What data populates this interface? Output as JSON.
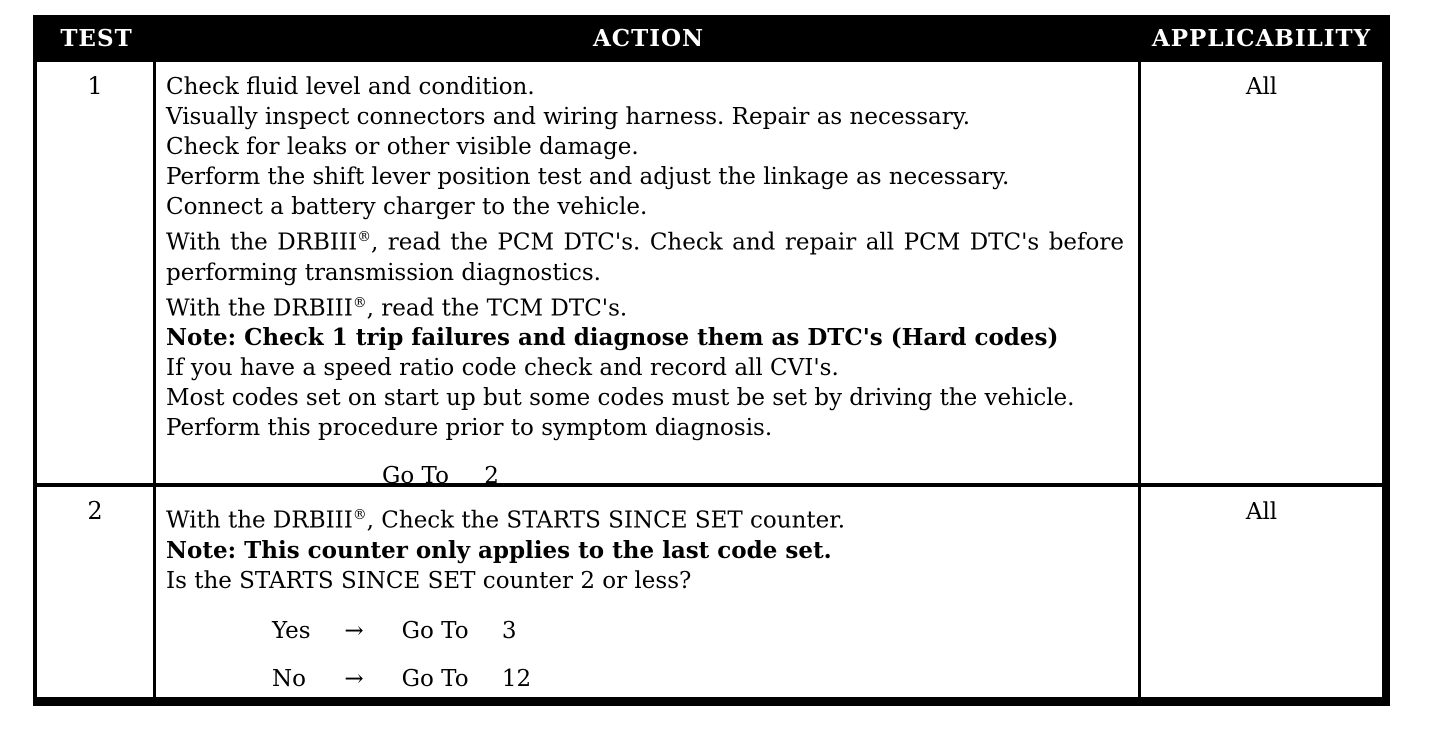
{
  "table": {
    "headers": [
      "TEST",
      "ACTION",
      "APPLICABILITY"
    ],
    "rows": [
      {
        "test": "1",
        "applicability": "All",
        "action_lines": [
          "Check fluid level and condition.",
          "Visually inspect connectors and wiring harness. Repair as necessary.",
          "Check for leaks or other visible damage.",
          "Perform the shift lever position test and adjust the linkage as necessary.",
          "Connect a battery charger to the vehicle.",
          "With the DRBIII®, read the PCM DTC's. Check and repair all PCM DTC's before performing transmission diagnostics.",
          "With the DRBIII®, read the TCM DTC's.",
          "Note: Check 1 trip failures and diagnose them as DTC's (Hard codes)",
          "If you have a speed ratio code check and record all CVI's.",
          "Most codes set on start up but some codes must be set by driving the vehicle.",
          "Perform this procedure prior to symptom diagnosis."
        ],
        "goto": {
          "label": "Go To",
          "target": "2"
        }
      },
      {
        "test": "2",
        "applicability": "All",
        "action_lines": [
          "With the DRBIII®, Check the STARTS SINCE SET counter.",
          "Note: This counter only applies to the last code set.",
          "Is the STARTS SINCE SET counter 2 or less?"
        ],
        "decisions": [
          {
            "label": "Yes",
            "arrow": "→",
            "goto": "Go To",
            "target": "3"
          },
          {
            "label": "No",
            "arrow": "→",
            "goto": "Go To",
            "target": "12"
          }
        ]
      }
    ]
  }
}
